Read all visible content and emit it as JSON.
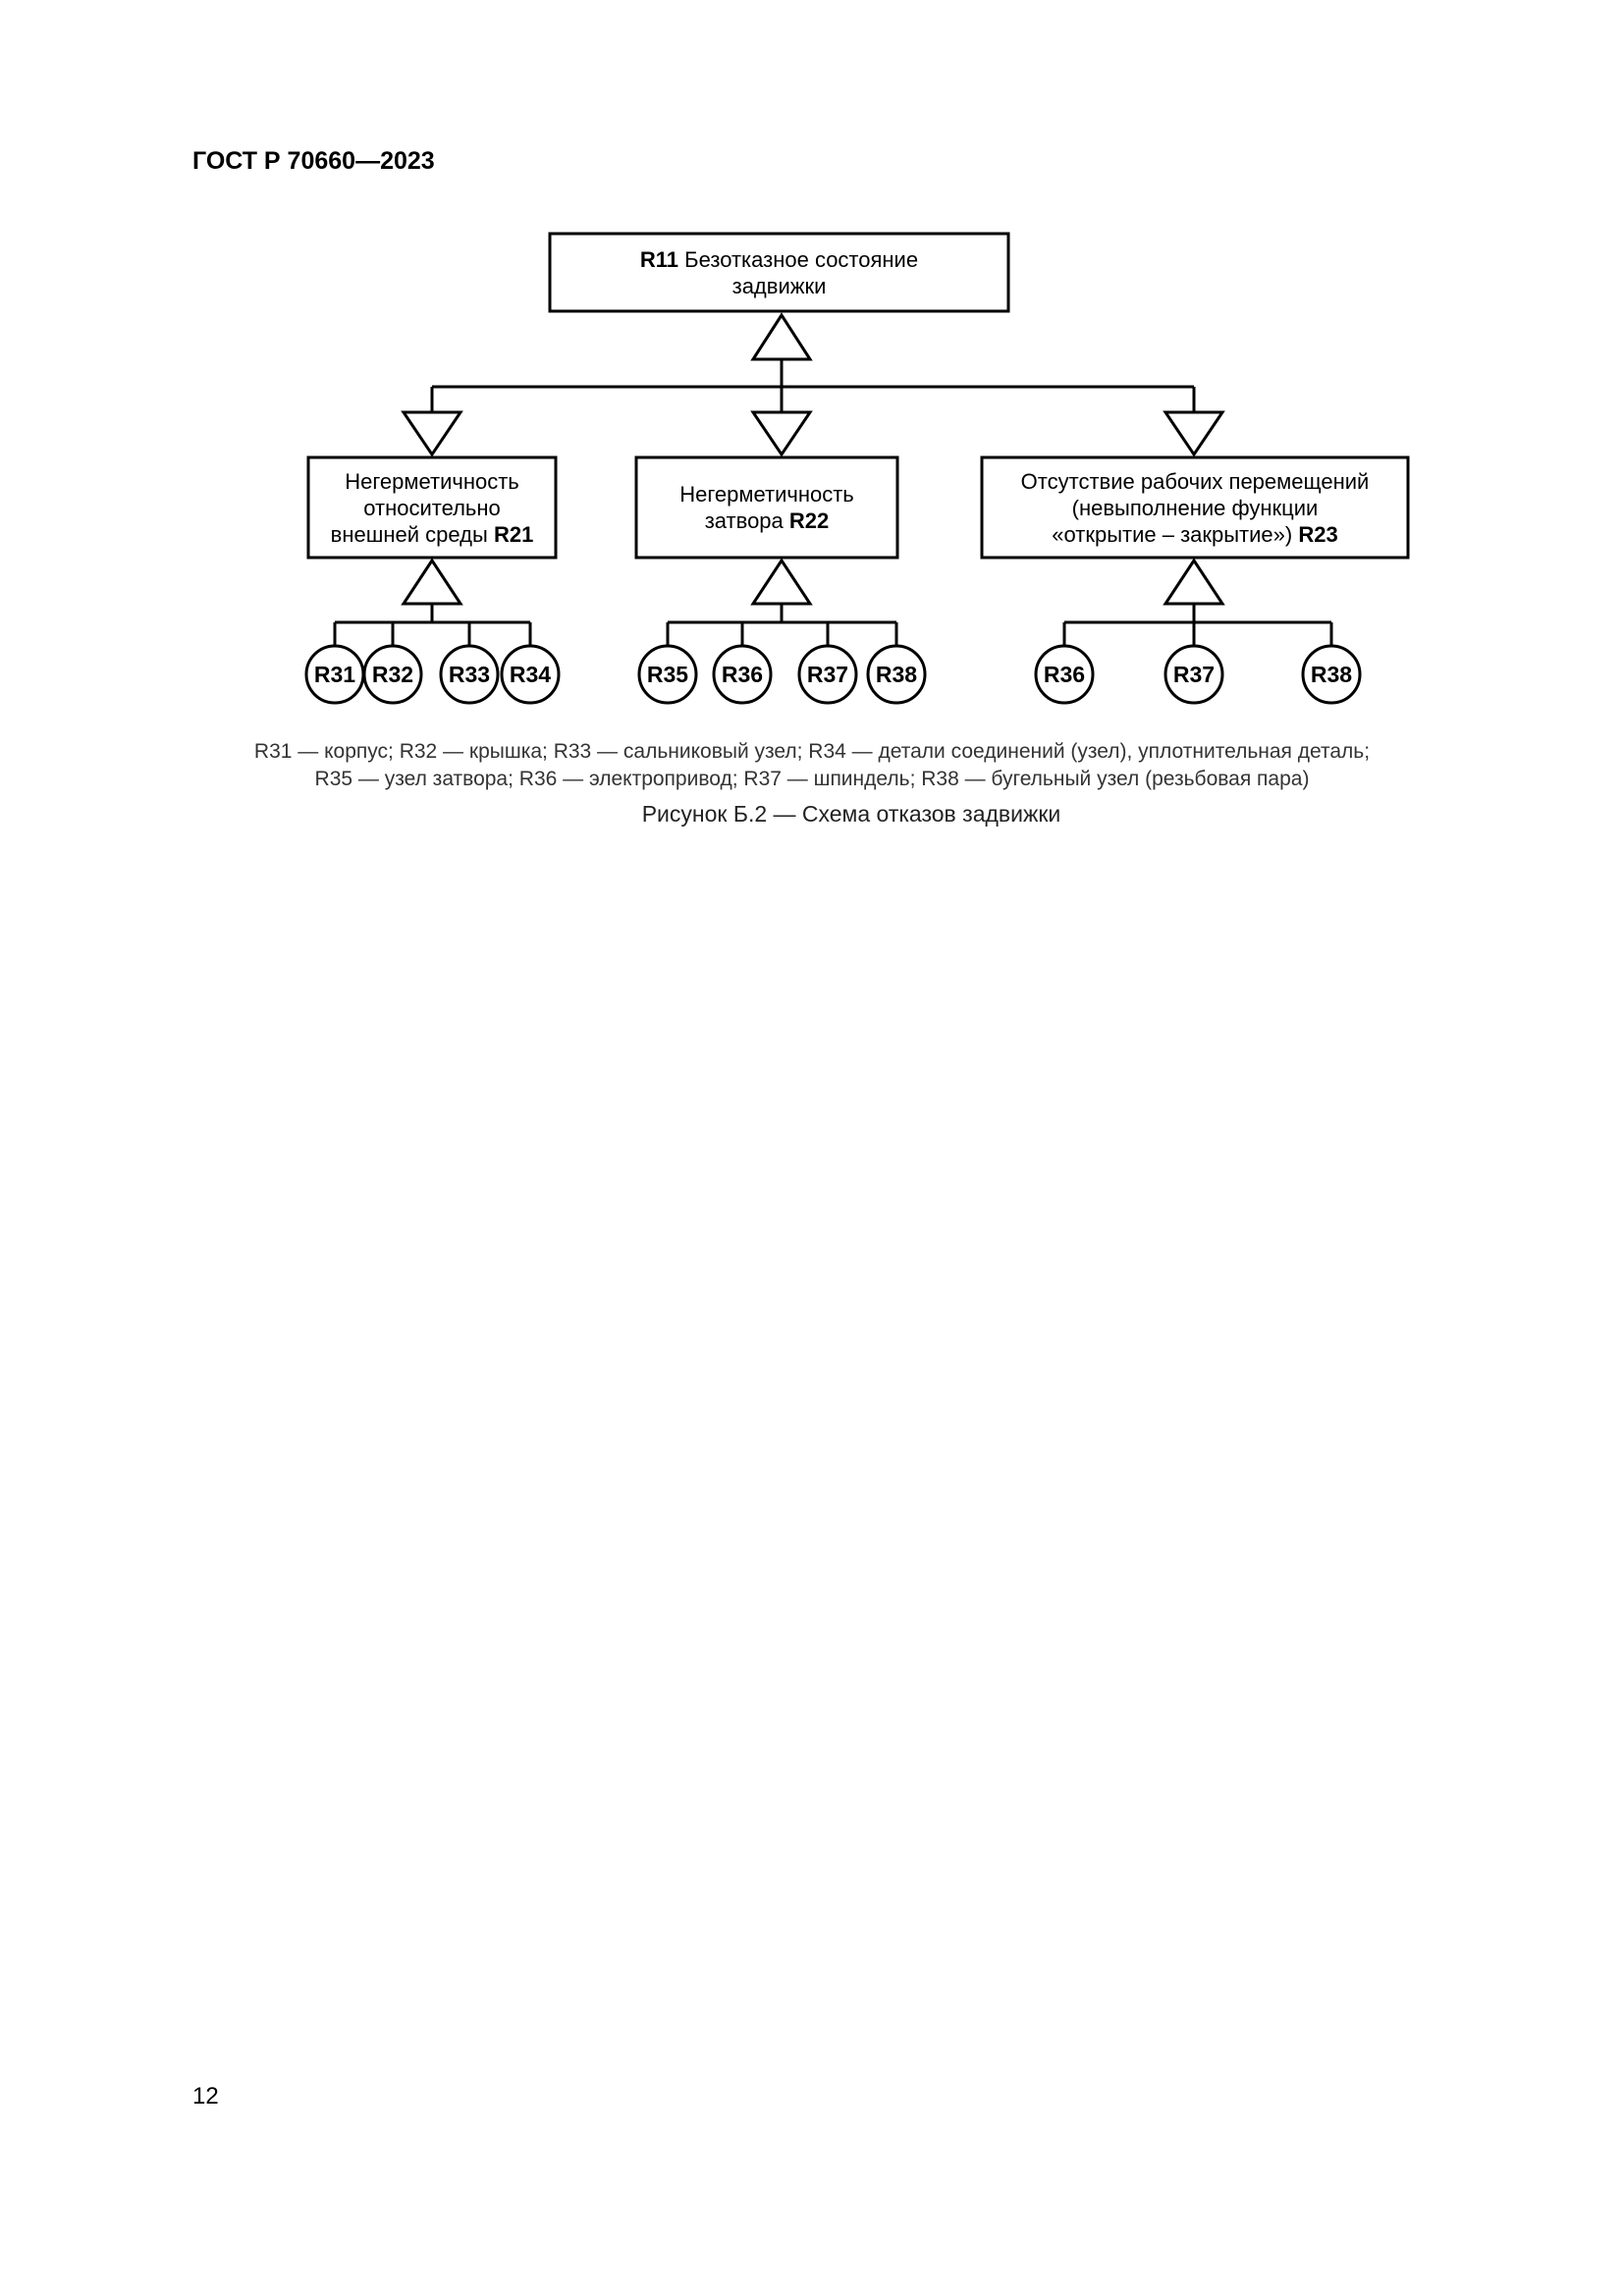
{
  "header": {
    "doc_id": "ГОСТ Р 70660—2023"
  },
  "diagram": {
    "top": {
      "code": "R11",
      "text_line1": "Безотказное состояние",
      "text_line2": "задвижки"
    },
    "mid": [
      {
        "lines": [
          "Негерметичность",
          "относительно",
          "внешней среды"
        ],
        "code": "R21"
      },
      {
        "lines": [
          "Негерметичность",
          "затвора"
        ],
        "code": "R22"
      },
      {
        "lines": [
          "Отсутствие рабочих перемещений",
          "(невыполнение функции",
          "«открытие – закрытие»)"
        ],
        "code": "R23"
      }
    ],
    "leaves": {
      "group1": [
        "R31",
        "R32",
        "R33",
        "R34"
      ],
      "group2": [
        "R35",
        "R36",
        "R37",
        "R38"
      ],
      "group3": [
        "R36",
        "R37",
        "R38"
      ]
    }
  },
  "legend": {
    "line1": "R31 — корпус; R32 — крышка; R33 — сальниковый узел; R34 — детали соединений (узел), уплотнительная деталь;",
    "line2": "R35 — узел затвора; R36 — электропривод; R37 — шпиндель; R38 — бугельный узел (резьбовая пара)"
  },
  "caption": "Рисунок Б.2 — Схема отказов задвижки",
  "page_number": "12"
}
